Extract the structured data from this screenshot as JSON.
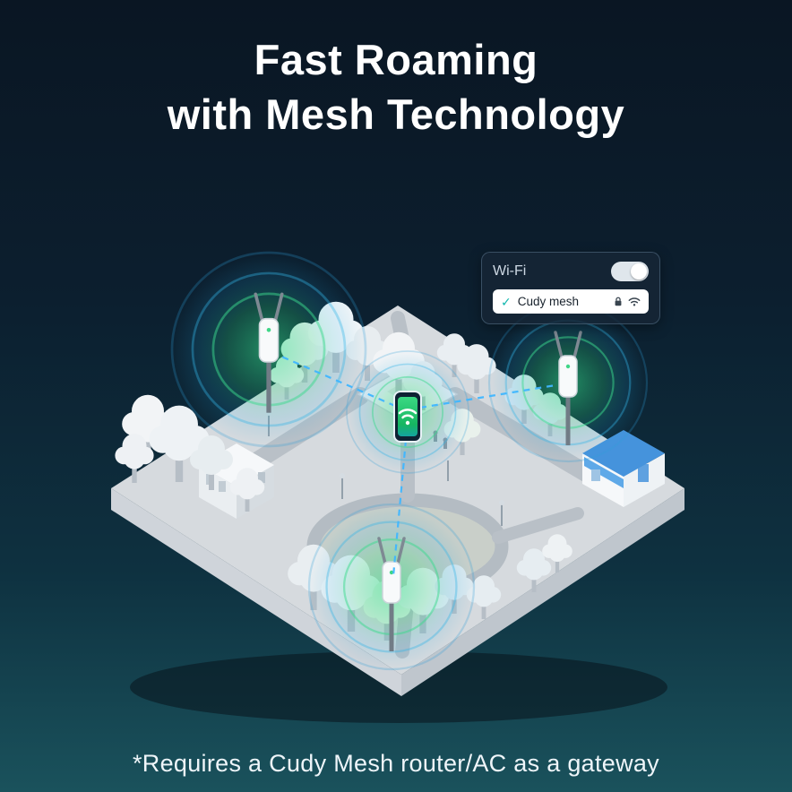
{
  "title": {
    "line1": "Fast Roaming",
    "line2": "with Mesh Technology"
  },
  "wifi_card": {
    "label": "Wi-Fi",
    "toggle_state": "on",
    "check_glyph": "✓",
    "network_name": "Cudy mesh",
    "icons": [
      "lock-icon",
      "wifi-signal-icon"
    ]
  },
  "illustration": {
    "description": "isometric park block with three outdoor mesh access points and a phone connected by dashed wireless links",
    "access_point_count": 3,
    "link_style": "dashed"
  },
  "footnote": "*Requires a Cudy Mesh router/AC as a gateway",
  "colors": {
    "background_top": "#0a1623",
    "background_bottom": "#1a525c",
    "glow_green": "#35e08a",
    "glow_blue": "#2fa3ff",
    "check_teal": "#12b7ae",
    "title_text": "#ffffff"
  }
}
